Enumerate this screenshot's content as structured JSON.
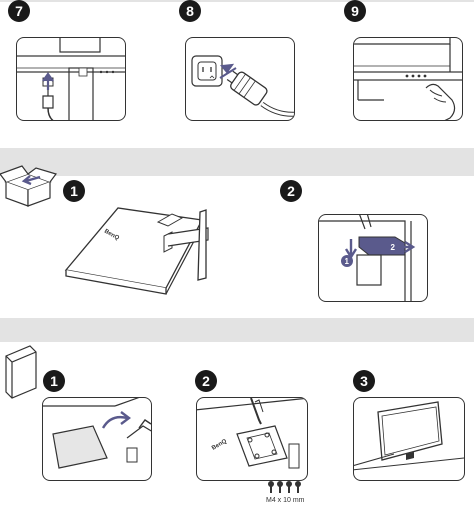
{
  "section_one": {
    "steps": [
      {
        "number": "7",
        "icon": "power-cable-to-monitor-icon"
      },
      {
        "number": "8",
        "icon": "plug-into-outlet-icon"
      },
      {
        "number": "9",
        "icon": "press-power-button-icon"
      }
    ]
  },
  "section_two": {
    "header_icon": "open-box-icon",
    "steps": [
      {
        "number": "1",
        "icon": "monitor-face-down-icon"
      },
      {
        "number": "2",
        "icon": "release-stand-button-icon"
      }
    ],
    "callouts": [
      "1",
      "2"
    ]
  },
  "section_three": {
    "header_icon": "vesa-plate-icon",
    "steps": [
      {
        "number": "1",
        "icon": "remove-cover-icon"
      },
      {
        "number": "2",
        "icon": "vesa-mount-holes-icon"
      },
      {
        "number": "3",
        "icon": "wall-mounted-monitor-icon"
      }
    ],
    "screw_caption": "M4 x 10 mm",
    "brand_logo": "BenQ"
  },
  "colors": {
    "band": "#e3e3e3",
    "accent": "#5a5a8c",
    "line": "#333333",
    "badge": "#1a1a1a"
  }
}
